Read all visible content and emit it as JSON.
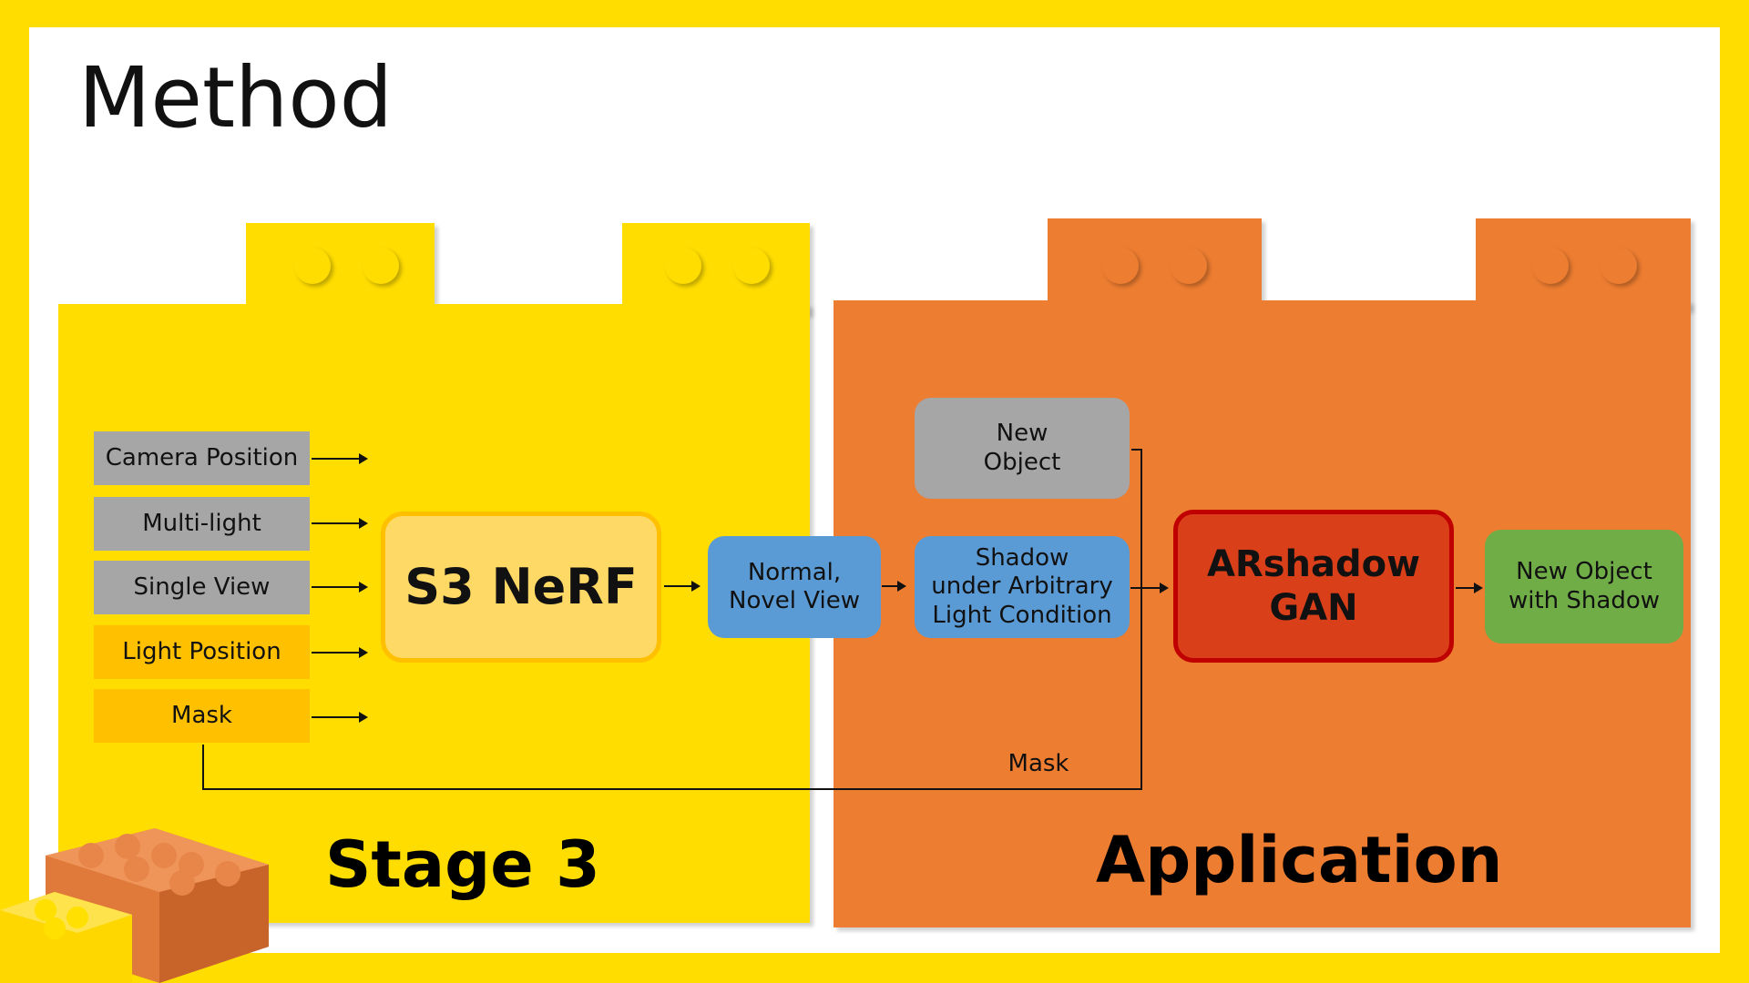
{
  "title": "Method",
  "stage3": {
    "label": "Stage 3",
    "inputs": [
      "Camera Position",
      "Multi-light",
      "Single View",
      "Light Position",
      "Mask"
    ],
    "nerf": "S3 NeRF",
    "output": "Normal,\nNovel View"
  },
  "application": {
    "label": "Application",
    "new_object": "New\nObject",
    "shadow": "Shadow\nunder Arbitrary\nLight Condition",
    "gan": "ARshadow\nGAN",
    "result": "New Object\nwith Shadow",
    "mask_label": "Mask"
  },
  "colors": {
    "background": "#FFDD00",
    "stage3_block": "#FFDD00",
    "application_block": "#ED7D31",
    "gray_input": "#A6A6A6",
    "amber_input": "#FFC000",
    "nerf_fill": "#FFD966",
    "nerf_border": "#FFC000",
    "blue": "#5B9BD5",
    "gray_node": "#A6A6A6",
    "gan_fill": "#D9401A",
    "gan_border": "#C00000",
    "green": "#70AD47"
  }
}
